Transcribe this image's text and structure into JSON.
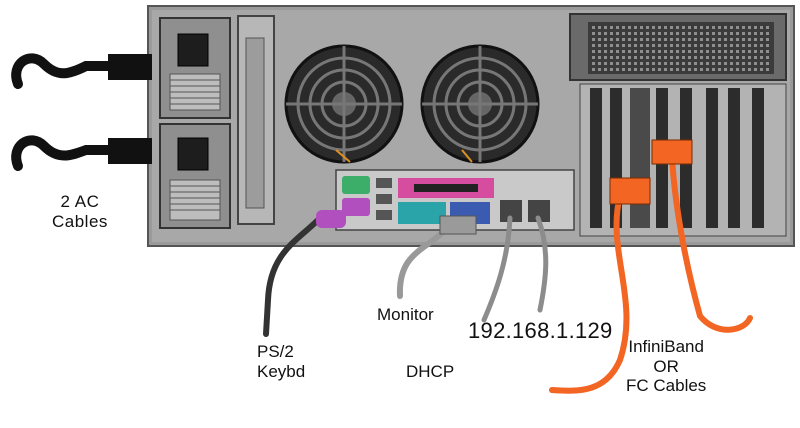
{
  "labels": {
    "ac_line1": "2 AC",
    "ac_line2": "Cables",
    "monitor": "Monitor",
    "ip": "192.168.1.129",
    "ps2_line1": "PS/2",
    "ps2_line2": "Keybd",
    "dhcp": "DHCP",
    "ib_line1": "InfiniBand",
    "ib_line2": "OR",
    "ib_line3": "FC Cables"
  },
  "colors": {
    "chassis": "#8e8e8e",
    "chassis_dark": "#3a3a3a",
    "fan": "#222222",
    "ib_cable": "#f26522",
    "cable_gray": "#8c8c8c",
    "cable_dark": "#333333",
    "ps2_port": "#b04fbd",
    "ps2_port_green": "#3cae6a",
    "vga_port": "#2aa4a8",
    "serial_port": "#c03a8c",
    "parallel_port": "#d64c9e",
    "lan_port": "#555555"
  }
}
